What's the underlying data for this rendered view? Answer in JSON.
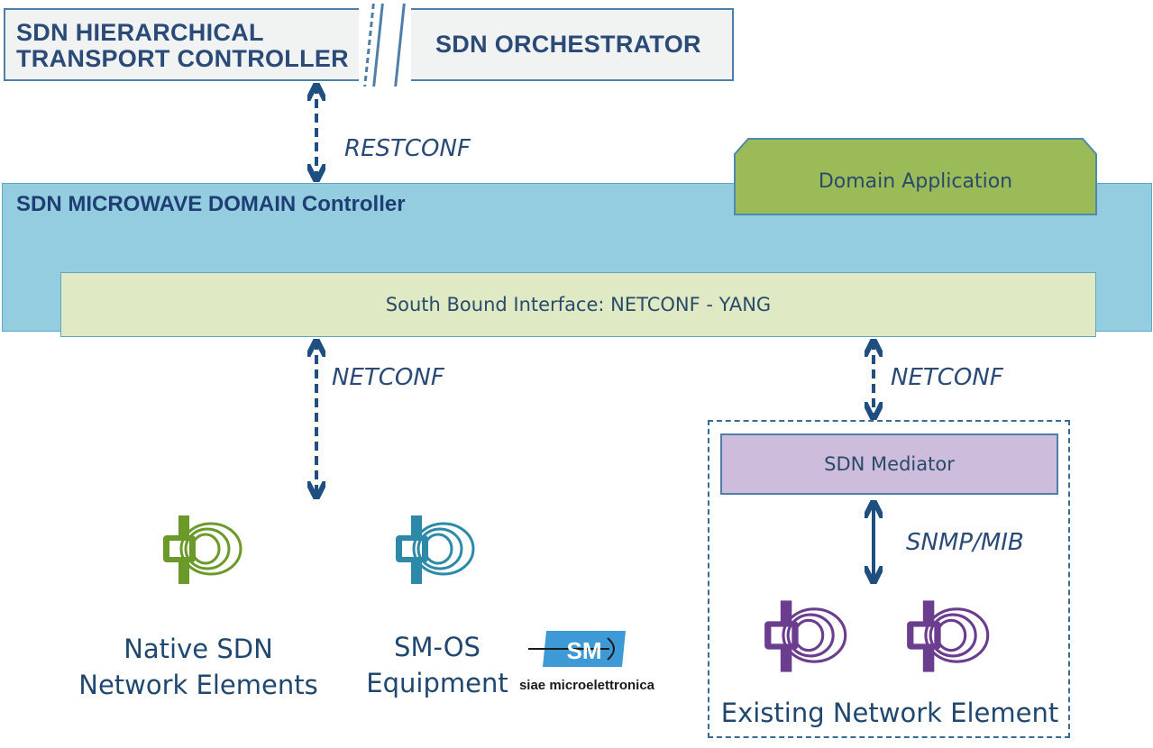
{
  "top": {
    "left_title_line1": "SDN HIERARCHICAL",
    "left_title_line2": "TRANSPORT CONTROLLER",
    "right_title": "SDN ORCHESTRATOR"
  },
  "protocols": {
    "northbound": "RESTCONF",
    "southbound_left": "NETCONF",
    "southbound_right": "NETCONF",
    "mediator_link": "SNMP/MIB"
  },
  "controller": {
    "title": "SDN MICROWAVE DOMAIN Controller",
    "domain_app": "Domain Application",
    "sbi": "South Bound Interface: NETCONF - YANG"
  },
  "mediator": {
    "label": "SDN Mediator"
  },
  "elements": {
    "native_line1": "Native SDN",
    "native_line2": "Network Elements",
    "smos_line1": "SM-OS",
    "smos_line2": "Equipment",
    "existing": "Existing Network Element"
  },
  "logo": {
    "mark": "SM",
    "company": "siae microelettronica"
  },
  "colors": {
    "arrow": "#1f4f80",
    "controller_fill": "#93cddf",
    "domain_app_fill": "#9bbb59",
    "sbi_fill": "#dfe9c4",
    "mediator_fill": "#cdbcdb",
    "icon_green": "#6b9a2a",
    "icon_teal": "#2c8aa8",
    "icon_purple": "#6b3d8f",
    "logo_blue": "#3d9ad6"
  }
}
